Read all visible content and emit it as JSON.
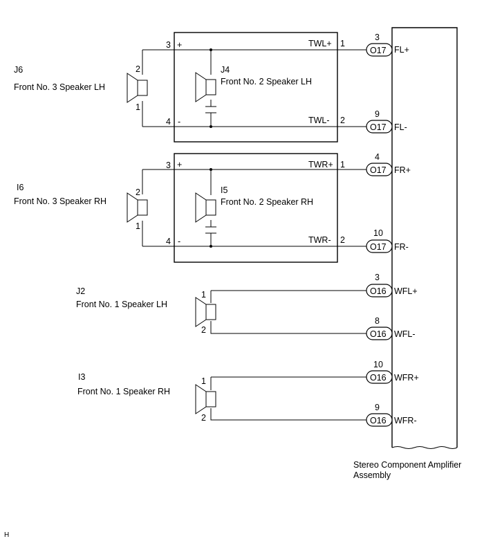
{
  "amplifier": {
    "line1": "Stereo Component Amplifier",
    "line2": "Assembly"
  },
  "groups": {
    "lh_tweeter": {
      "outer": {
        "code": "J6",
        "name": "Front No. 3 Speaker LH",
        "pin_top": "2",
        "pin_bottom": "1"
      },
      "inner": {
        "code": "J4",
        "name": "Front No. 2 Speaker LH"
      },
      "box_pins": {
        "top": "3",
        "top_sign": "+",
        "bottom": "4",
        "bottom_sign": "-"
      },
      "box_terms": {
        "pos": "TWL+",
        "pos_pin": "1",
        "neg": "TWL-",
        "neg_pin": "2"
      },
      "amp_pos": {
        "pin": "3",
        "conn": "O17",
        "label": "FL+"
      },
      "amp_neg": {
        "pin": "9",
        "conn": "O17",
        "label": "FL-"
      }
    },
    "rh_tweeter": {
      "outer": {
        "code": "I6",
        "name": "Front No. 3 Speaker RH",
        "pin_top": "2",
        "pin_bottom": "1"
      },
      "inner": {
        "code": "I5",
        "name": "Front No. 2 Speaker RH"
      },
      "box_pins": {
        "top": "3",
        "top_sign": "+",
        "bottom": "4",
        "bottom_sign": "-"
      },
      "box_terms": {
        "pos": "TWR+",
        "pos_pin": "1",
        "neg": "TWR-",
        "neg_pin": "2"
      },
      "amp_pos": {
        "pin": "4",
        "conn": "O17",
        "label": "FR+"
      },
      "amp_neg": {
        "pin": "10",
        "conn": "O17",
        "label": "FR-"
      }
    },
    "lh_woofer": {
      "speaker": {
        "code": "J2",
        "name": "Front No. 1 Speaker LH",
        "pin_top": "1",
        "pin_bottom": "2"
      },
      "amp_pos": {
        "pin": "3",
        "conn": "O16",
        "label": "WFL+"
      },
      "amp_neg": {
        "pin": "8",
        "conn": "O16",
        "label": "WFL-"
      }
    },
    "rh_woofer": {
      "speaker": {
        "code": "I3",
        "name": "Front No. 1 Speaker RH",
        "pin_top": "1",
        "pin_bottom": "2"
      },
      "amp_pos": {
        "pin": "10",
        "conn": "O16",
        "label": "WFR+"
      },
      "amp_neg": {
        "pin": "9",
        "conn": "O16",
        "label": "WFR-"
      }
    }
  },
  "corner_mark": "H"
}
